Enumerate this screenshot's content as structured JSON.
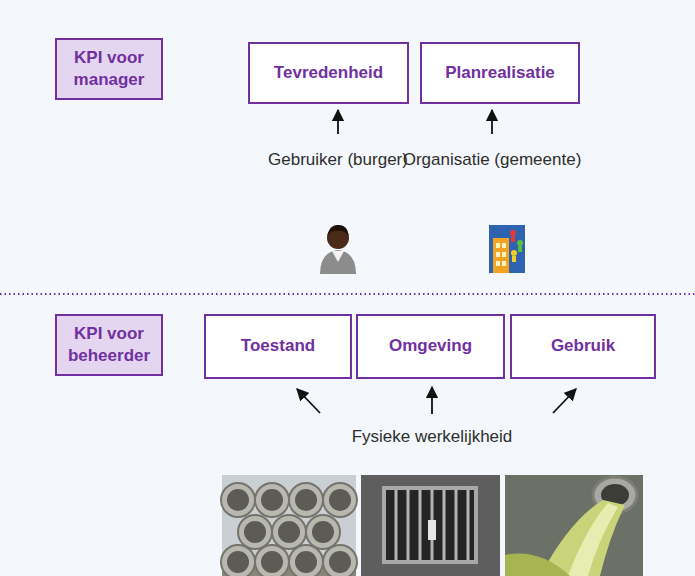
{
  "diagram": {
    "nodes": [
      {
        "text": [
          "KPI voor manager"
        ]
      },
      {
        "text": [
          "Tevredenheid"
        ]
      },
      {
        "text": [
          "Planrealisatie"
        ]
      },
      {
        "text": [
          "KPI voor beheerder"
        ]
      },
      {
        "text": [
          "Toestand"
        ]
      },
      {
        "text": [
          "Omgeving"
        ]
      },
      {
        "text": [
          "Gebruik"
        ]
      }
    ],
    "labels": [
      "Gebruiker (burger)",
      "Organisatie (gemeente)",
      "Fysieke werkelijkheid"
    ]
  }
}
